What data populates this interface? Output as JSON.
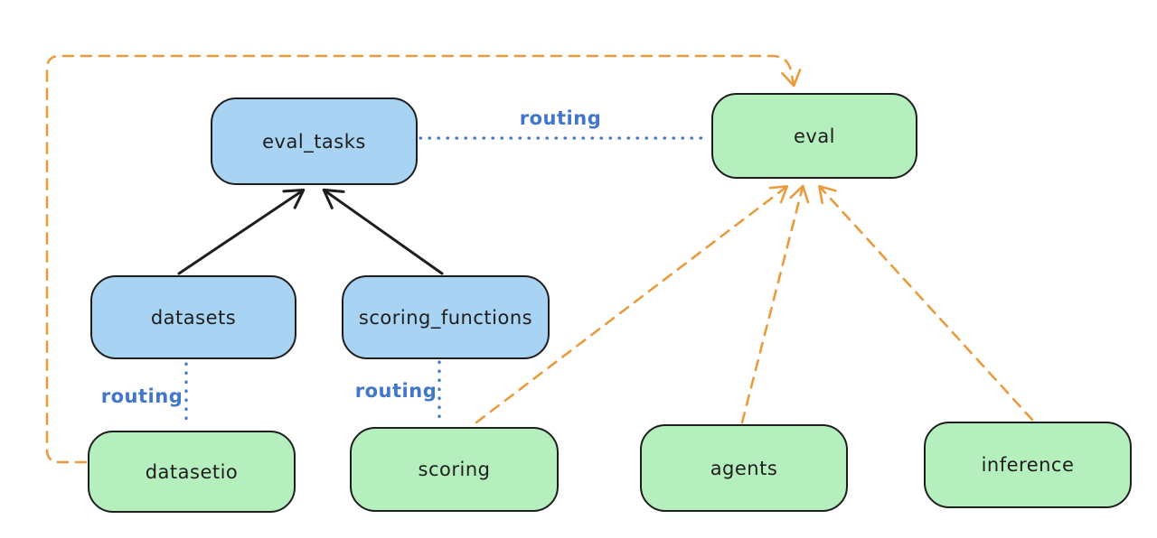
{
  "diagram": {
    "colors": {
      "background": "#ffffff",
      "node_stroke": "#1e1e1e",
      "blue_fill": "#a8d3f3",
      "green_fill": "#b6efbe",
      "routing_blue": "#4177cb",
      "provider_orange": "#e99b3d",
      "solid_arrow_black": "#1e1e1e"
    },
    "nodes": {
      "eval_tasks": {
        "label": "eval_tasks",
        "fill": "blue"
      },
      "eval": {
        "label": "eval",
        "fill": "green"
      },
      "datasets": {
        "label": "datasets",
        "fill": "blue"
      },
      "scoring_functions": {
        "label": "scoring_functions",
        "fill": "blue"
      },
      "datasetio": {
        "label": "datasetio",
        "fill": "green"
      },
      "scoring": {
        "label": "scoring",
        "fill": "green"
      },
      "agents": {
        "label": "agents",
        "fill": "green"
      },
      "inference": {
        "label": "inference",
        "fill": "green"
      }
    },
    "labels": {
      "routing_top": "routing",
      "routing_datasets": "routing",
      "routing_scoring": "routing"
    },
    "edges": [
      {
        "from": "datasets",
        "to": "eval_tasks",
        "style": "solid",
        "color": "#1e1e1e",
        "arrow": true
      },
      {
        "from": "scoring_functions",
        "to": "eval_tasks",
        "style": "solid",
        "color": "#1e1e1e",
        "arrow": true
      },
      {
        "from": "eval_tasks",
        "to": "eval",
        "style": "dotted",
        "color": "#4177cb",
        "label": "routing",
        "arrow": false
      },
      {
        "from": "datasets",
        "to": "datasetio",
        "style": "dotted",
        "color": "#4177cb",
        "label": "routing",
        "arrow": false
      },
      {
        "from": "scoring_functions",
        "to": "scoring",
        "style": "dotted",
        "color": "#4177cb",
        "label": "routing",
        "arrow": false
      },
      {
        "from": "datasetio",
        "to": "eval",
        "style": "dashed",
        "color": "#e99b3d",
        "arrow": true
      },
      {
        "from": "scoring",
        "to": "eval",
        "style": "dashed",
        "color": "#e99b3d",
        "arrow": true
      },
      {
        "from": "agents",
        "to": "eval",
        "style": "dashed",
        "color": "#e99b3d",
        "arrow": true
      },
      {
        "from": "inference",
        "to": "eval",
        "style": "dashed",
        "color": "#e99b3d",
        "arrow": true
      }
    ]
  }
}
